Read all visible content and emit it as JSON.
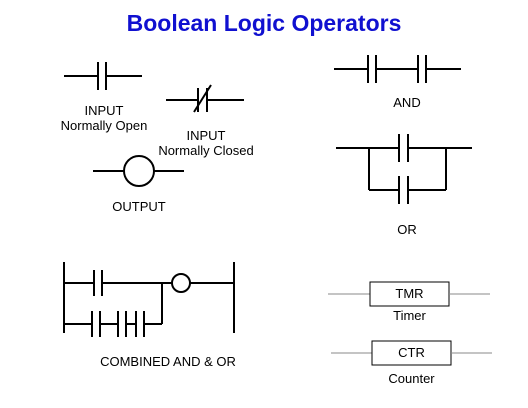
{
  "title": "Boolean Logic Operators",
  "colors": {
    "title": "#1010d0",
    "line": "#000000",
    "box_line": "#888888"
  },
  "symbols": {
    "no_input": {
      "line1": "INPUT",
      "line2": "Normally Open"
    },
    "nc_input": {
      "line1": "INPUT",
      "line2": "Normally Closed"
    },
    "output": {
      "label": "OUTPUT"
    },
    "and": {
      "label": "AND"
    },
    "or": {
      "label": "OR"
    },
    "combined": {
      "label": "COMBINED AND & OR"
    },
    "timer": {
      "box_label": "TMR",
      "caption": "Timer"
    },
    "counter": {
      "box_label": "CTR",
      "caption": "Counter"
    }
  }
}
